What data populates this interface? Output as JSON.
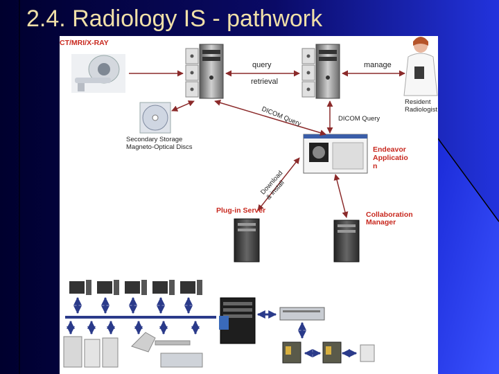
{
  "slide": {
    "title": "2.4. Radiology IS - pathwork"
  },
  "diagram": {
    "modalities_label": "CT/MRI/X-RAY",
    "query_label": "query",
    "retrieval_label": "retrieval",
    "manage_label": "manage",
    "resident_label": "Resident\nRadiologist",
    "dicom_query_1": "DICOM Query",
    "dicom_query_2": "DICOM Query",
    "secondary_storage_label": "Secondary Storage\nMagneto-Optical Discs",
    "endeavor_label": "Endeavor\nApplicatio\nn",
    "download_label": "Download\n& install",
    "plugin_server_label": "Plug-in Server",
    "collab_label": "Collaboration\nManager"
  },
  "colors": {
    "title": "#f0e0a8",
    "background_dark": "#00003a",
    "background_bright": "#2233ee",
    "label_red": "#c8281e",
    "arrow": "#8b2a2a",
    "bus": "#2a3a8a"
  }
}
